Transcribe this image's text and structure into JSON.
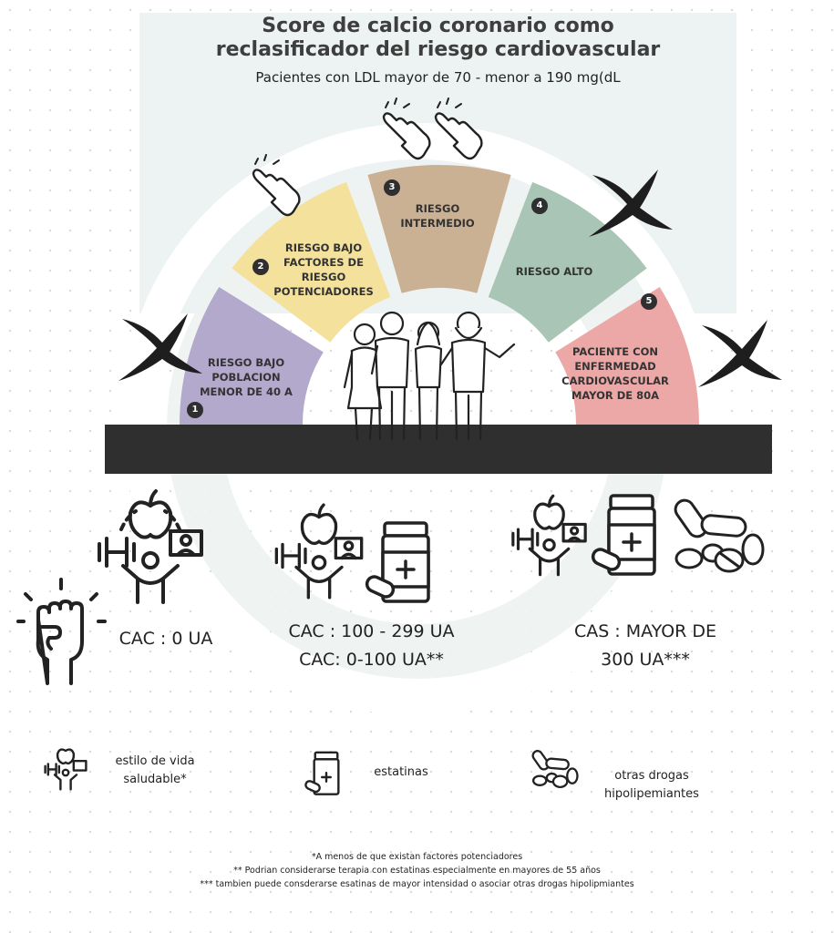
{
  "header": {
    "title_line1": "Score de calcio coronario como",
    "title_line2": "reclasificador del riesgo cardiovascular",
    "subtitle": "Pacientes con LDL mayor de 70 - menor a 190 mg(dL"
  },
  "segments": [
    {
      "number": "1",
      "lines": [
        "RIESGO BAJO",
        "POBLACION",
        "MENOR DE 40 A"
      ],
      "color": "#b2a9cc"
    },
    {
      "number": "2",
      "lines": [
        "RIESGO BAJO",
        "FACTORES DE",
        "RIESGO",
        "POTENCIADORES"
      ],
      "color": "#f4e19b"
    },
    {
      "number": "3",
      "lines": [
        "RIESGO",
        "INTERMEDIO"
      ],
      "color": "#cbb193"
    },
    {
      "number": "4",
      "lines": [
        "RIESGO ALTO"
      ],
      "color": "#a9c5b5"
    },
    {
      "number": "5",
      "lines": [
        "PACIENTE CON",
        "ENFERMEDAD",
        "CARDIOVASCULAR",
        "MAYOR DE 80A"
      ],
      "color": "#eca8a7"
    }
  ],
  "cac": {
    "zero": "CAC  : 0 UA",
    "mid_line1": "CAC  : 100 - 299 UA",
    "mid_line2": "CAC: 0-100 UA**",
    "high_line1": "CAS  : MAYOR DE",
    "high_line2": "300 UA***"
  },
  "legend": {
    "lifestyle_line1": "estilo de vida",
    "lifestyle_line2": "saludable*",
    "statins": "estatinas",
    "other_line1": "otras drogas",
    "other_line2": "hipolipemiantes"
  },
  "footnotes": [
    "*A menos de que existan factores potenciadores",
    "** Podrian considerarse terapia con estatinas especialmente en mayores de 55 años",
    "*** tambien puede consderarse esatinas de mayor intensidad o asociar otras drogas hipolipmiantes"
  ],
  "icons": [
    "lifestyle-icon",
    "statin-bottle-icon",
    "pills-icon",
    "raised-fist-icon",
    "pointing-hand-icon",
    "cross-mark-icon",
    "family-icon"
  ]
}
